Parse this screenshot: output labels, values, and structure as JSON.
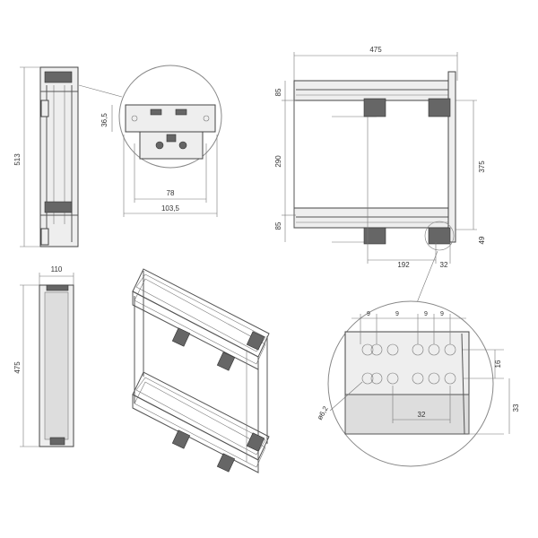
{
  "dimensions": {
    "front_height": "513",
    "detail_a_height": "36,5",
    "detail_a_inner_width": "78",
    "detail_a_outer_width": "103,5",
    "top_width": "475",
    "side_upper_gap": "85",
    "side_mid": "290",
    "side_lower_gap": "85",
    "side_right_height": "375",
    "side_right_bottom": "49",
    "side_bottom_left": "192",
    "side_bottom_right": "32",
    "plan_width": "110",
    "plan_depth": "475",
    "detail_b_pitch": [
      "9",
      "9",
      "9",
      "9"
    ],
    "detail_b_hole_spacing": "32",
    "detail_b_hole_dia": "ø6,2",
    "detail_b_height_small": "16",
    "detail_b_height_large": "33"
  },
  "colors": {
    "line": "#555555",
    "part_fill": "#eeeeee",
    "bracket": "#666666",
    "background": "#ffffff"
  }
}
